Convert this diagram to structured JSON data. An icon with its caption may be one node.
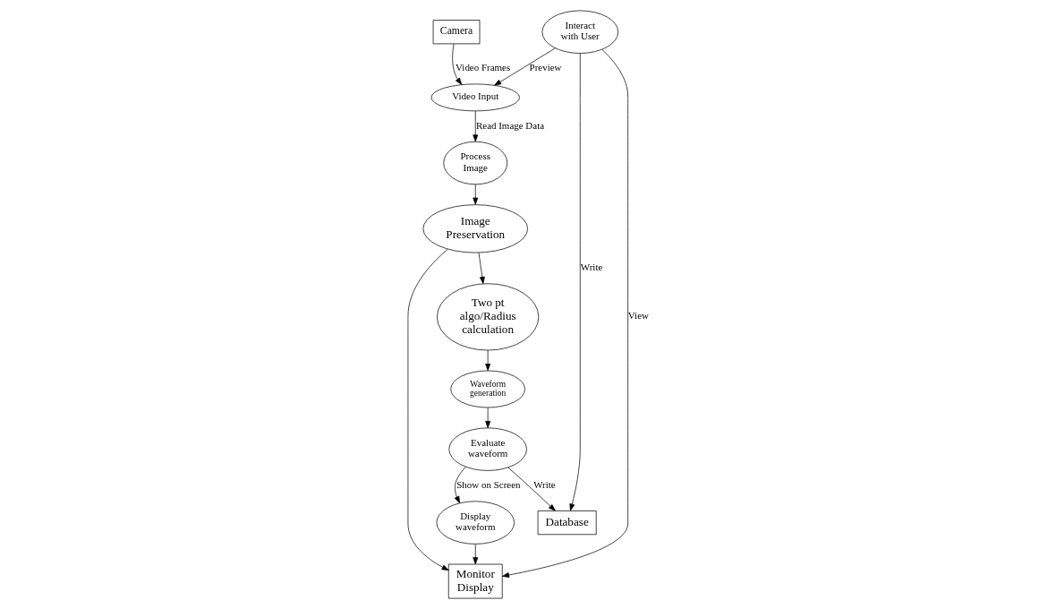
{
  "diagram": {
    "nodes": [
      {
        "text": [
          "Camera"
        ]
      },
      {
        "text": [
          "Video Input"
        ]
      },
      {
        "text": [
          "Process Image"
        ]
      },
      {
        "text": [
          "Two pt algo/Radius calculation"
        ]
      },
      {
        "text": [
          "Interact with User"
        ]
      },
      {
        "text": [
          "Image Preservation"
        ]
      },
      {
        "text": [
          "Waveform generation"
        ]
      },
      {
        "text": [
          "Monitor Display"
        ]
      },
      {
        "text": [
          "Display waveform"
        ]
      },
      {
        "text": [
          "Evaluate waveform"
        ]
      },
      {
        "text": [
          "Database"
        ]
      }
    ],
    "edges": [
      {
        "from": 0,
        "to": 1,
        "arrow": "to",
        "label": "Video Frames"
      },
      {
        "from": 1,
        "to": 2,
        "arrow": "to",
        "label": "Read Image Data"
      },
      {
        "from": 2,
        "to": 5,
        "arrow": "to"
      },
      {
        "from": 5,
        "to": 3,
        "arrow": "to"
      },
      {
        "from": 3,
        "to": 6,
        "arrow": "to"
      },
      {
        "from": 6,
        "to": 9,
        "arrow": "to"
      },
      {
        "from": 9,
        "to": 8,
        "arrow": "to",
        "label": "Show on Screen"
      },
      {
        "from": 8,
        "to": 7,
        "arrow": "to"
      },
      {
        "from": 5,
        "to": 7,
        "arrow": "to"
      },
      {
        "from": 4,
        "to": 1,
        "arrow": "to",
        "label": "Preview"
      },
      {
        "from": 4,
        "to": 7,
        "arrow": "to",
        "label": "View"
      },
      {
        "from": 4,
        "to": 10,
        "arrow": "to",
        "label": "Write"
      },
      {
        "from": 9,
        "to": 10,
        "arrow": "to",
        "label": "Write"
      }
    ]
  }
}
